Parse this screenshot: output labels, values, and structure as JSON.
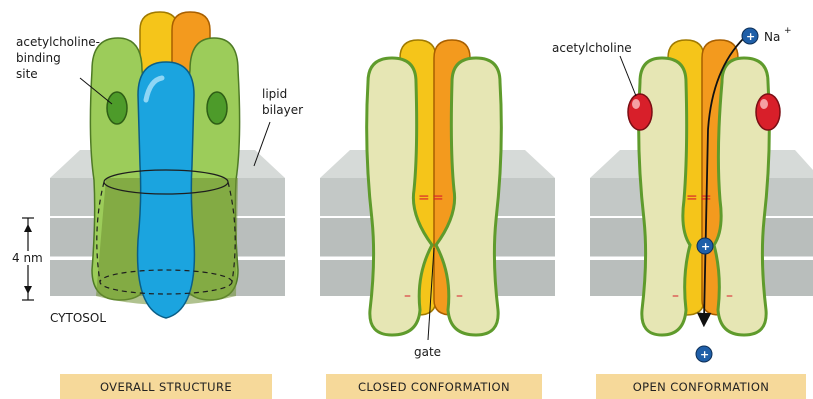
{
  "panels": [
    {
      "caption": "OVERALL STRUCTURE"
    },
    {
      "caption": "CLOSED CONFORMATION"
    },
    {
      "caption": "OPEN CONFORMATION"
    }
  ],
  "labels": {
    "binding_site_line1": "acetylcholine-",
    "binding_site_line2": "binding",
    "binding_site_line3": "site",
    "lipid_line1": "lipid",
    "lipid_line2": "bilayer",
    "scale": "4 nm",
    "cytosol": "CYTOSOL",
    "gate": "gate",
    "acetylcholine": "acetylcholine",
    "ion": "Na",
    "ion_charge": "+",
    "ion_symbol": "+",
    "charge_pos": "=",
    "charge_neg": "–"
  },
  "colors": {
    "green": "#9ccc5a",
    "green_dark": "#4e7a25",
    "cream": "#e6e6b4",
    "yellow": "#f5c51a",
    "orange": "#f39a1e",
    "blue": "#1ba4df",
    "membrane": "#bfc4c2",
    "membrane_top": "#d6dad8",
    "red_ligand": "#d81f2a",
    "ion_blue": "#1f5fa8"
  }
}
